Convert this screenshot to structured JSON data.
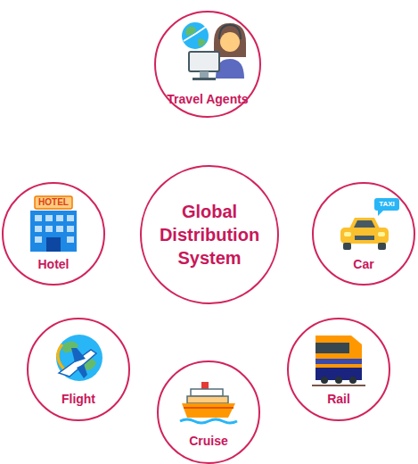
{
  "diagram": {
    "nodes": [
      {
        "text": [
          "Travel Agents"
        ]
      },
      {
        "text": [
          "Hotel"
        ]
      },
      {
        "text": [
          "Global Distribution System"
        ]
      },
      {
        "text": [
          "Car"
        ]
      },
      {
        "text": [
          "Flight"
        ]
      },
      {
        "text": [
          "Rail"
        ]
      },
      {
        "text": [
          "Cruise"
        ]
      }
    ],
    "labels": [
      "HOTEL",
      "TAXI"
    ]
  }
}
